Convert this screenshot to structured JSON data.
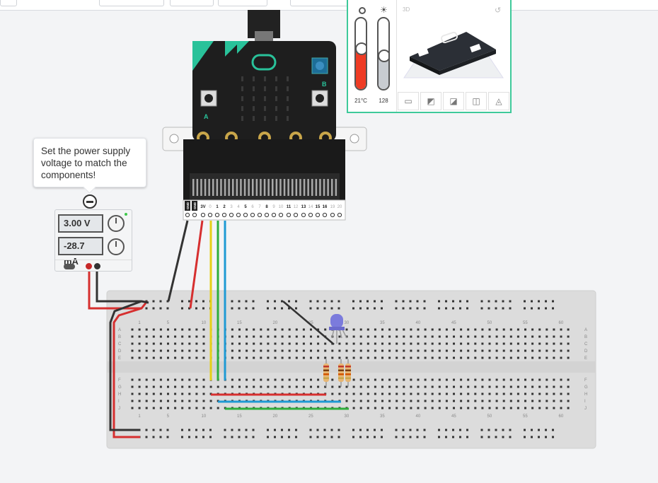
{
  "tooltip": {
    "line1": "Set the power supply",
    "line2": "voltage to match the",
    "line3": "components!"
  },
  "power_supply": {
    "voltage": "3.00 V",
    "current": "-28.7 mA"
  },
  "sensors": {
    "temperature": "21°C",
    "light": "128",
    "temperature_level": 0.55,
    "light_level": 0.45
  },
  "microbit": {
    "button_a": "A",
    "button_b": "B",
    "pins": [
      "GND",
      "GND",
      "3V",
      "0",
      "1",
      "2",
      "3",
      "4",
      "5",
      "6",
      "7",
      "8",
      "9",
      "10",
      "11",
      "12",
      "13",
      "14",
      "15",
      "16",
      "19",
      "20"
    ],
    "edge_pins_top": [
      "8",
      "1",
      "2"
    ],
    "edge_label_bold": [
      "8",
      "1",
      "2",
      "5",
      "11",
      "13",
      "15",
      "16"
    ]
  },
  "breadboard": {
    "columns": [
      "1",
      "5",
      "10",
      "15",
      "20",
      "25",
      "30",
      "35",
      "40",
      "45",
      "50",
      "55",
      "60"
    ],
    "rows_top": [
      "A",
      "B",
      "C",
      "D",
      "E"
    ],
    "rows_bottom": [
      "F",
      "G",
      "H",
      "I",
      "J"
    ]
  },
  "colors": {
    "accent": "#3ec99a",
    "wire_red": "#d62f2f",
    "wire_black": "#333333",
    "wire_yellow": "#e6cf16",
    "wire_green": "#2fae3c",
    "wire_blue": "#1f9ad4",
    "led": "#7b7bdc"
  }
}
